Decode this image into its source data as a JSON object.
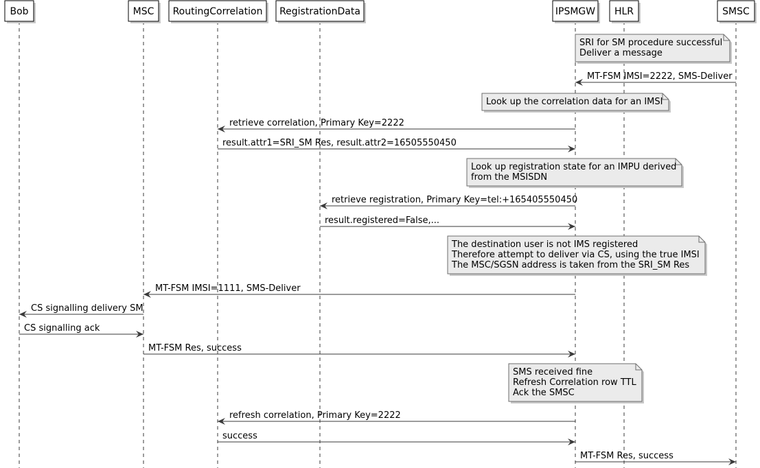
{
  "participants": [
    {
      "id": "bob",
      "label": "Bob"
    },
    {
      "id": "msc",
      "label": "MSC"
    },
    {
      "id": "rc",
      "label": "RoutingCorrelation"
    },
    {
      "id": "rd",
      "label": "RegistrationData"
    },
    {
      "id": "ipsmgw",
      "label": "IPSMGW"
    },
    {
      "id": "hlr",
      "label": "HLR"
    },
    {
      "id": "smsc",
      "label": "SMSC"
    }
  ],
  "events": [
    {
      "kind": "note",
      "lines": [
        "SRI for SM procedure successful",
        "Deliver a message"
      ]
    },
    {
      "kind": "message",
      "from": "smsc",
      "to": "ipsmgw",
      "label": "MT-FSM IMSI=2222, SMS-Deliver"
    },
    {
      "kind": "note",
      "lines": [
        "Look up the correlation data for an IMSI"
      ]
    },
    {
      "kind": "message",
      "from": "ipsmgw",
      "to": "rc",
      "label": "retrieve correlation, Primary Key=2222"
    },
    {
      "kind": "message",
      "from": "rc",
      "to": "ipsmgw",
      "label": "result.attr1=SRI_SM Res, result.attr2=16505550450"
    },
    {
      "kind": "note",
      "lines": [
        "Look up registration state for an IMPU derived",
        "from the MSISDN"
      ]
    },
    {
      "kind": "message",
      "from": "ipsmgw",
      "to": "rd",
      "label": "retrieve registration, Primary Key=tel:+165405550450"
    },
    {
      "kind": "message",
      "from": "rd",
      "to": "ipsmgw",
      "label": "result.registered=False,..."
    },
    {
      "kind": "note",
      "lines": [
        "The destination user is not IMS registered",
        "Therefore attempt to deliver via CS, using the true IMSI",
        "The MSC/SGSN address is taken from the SRI_SM Res"
      ]
    },
    {
      "kind": "message",
      "from": "ipsmgw",
      "to": "msc",
      "label": "MT-FSM IMSI=1111, SMS-Deliver"
    },
    {
      "kind": "message",
      "from": "msc",
      "to": "bob",
      "label": "CS signalling delivery SM"
    },
    {
      "kind": "message",
      "from": "bob",
      "to": "msc",
      "label": "CS signalling ack"
    },
    {
      "kind": "message",
      "from": "msc",
      "to": "ipsmgw",
      "label": "MT-FSM Res, success"
    },
    {
      "kind": "note",
      "lines": [
        "SMS received fine",
        "Refresh Correlation row TTL",
        "Ack the SMSC"
      ]
    },
    {
      "kind": "message",
      "from": "ipsmgw",
      "to": "rc",
      "label": "refresh correlation, Primary Key=2222"
    },
    {
      "kind": "message",
      "from": "rc",
      "to": "ipsmgw",
      "label": "success"
    },
    {
      "kind": "message",
      "from": "ipsmgw",
      "to": "smsc",
      "label": "MT-FSM Res, success"
    }
  ],
  "colors": {
    "line": "#3a3a3a",
    "participant_bg": "#ffffff",
    "participant_border": "#000000",
    "note_bg": "#ebebeb",
    "note_border": "#6e6e6e",
    "shadow": "#c8c8c8"
  }
}
